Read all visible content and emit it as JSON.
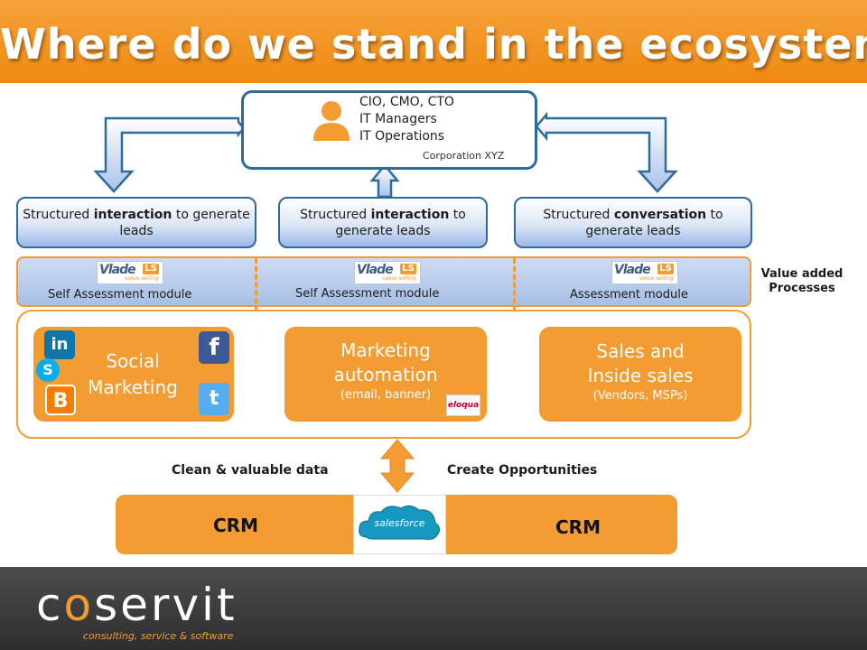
{
  "title": "Where do we stand in the ecosystem",
  "corporation": {
    "roles": [
      "CIO, CMO, CTO",
      "IT Managers",
      "IT Operations"
    ],
    "name": "Corporation XYZ"
  },
  "interaction_boxes": [
    {
      "pre": "Structured ",
      "bold": "interaction",
      "post": "  to generate leads"
    },
    {
      "pre": "Structured ",
      "bold": "interaction",
      "post": " to generate leads"
    },
    {
      "pre": "Structured ",
      "bold": "conversation",
      "post": " to generate leads"
    }
  ],
  "modules": [
    "Self Assessment module",
    "Self Assessment module",
    "Assessment module"
  ],
  "module_logo": {
    "brand": "Vlade",
    "mark": "LS",
    "tagline": "value selling"
  },
  "value_added": "Value added Processes",
  "channels": {
    "social": {
      "line1": "Social",
      "line2": "Marketing",
      "icons": [
        "linkedin-icon",
        "skype-icon",
        "blogger-icon",
        "facebook-icon",
        "twitter-icon"
      ]
    },
    "marketing": {
      "line1": "Marketing",
      "line2": "automation",
      "sub": "(email, banner)",
      "partner_logo": "eloqua"
    },
    "sales": {
      "line1": "Sales and",
      "line2": "Inside sales",
      "sub": "(Vendors, MSPs)"
    }
  },
  "flow": {
    "left": "Clean & valuable data",
    "right": "Create Opportunities"
  },
  "crm": {
    "left": "CRM",
    "right": "CRM",
    "logo": "salesforce"
  },
  "footer": {
    "brand_pre": "c",
    "brand_o": "o",
    "brand_post": "servit",
    "tagline": "consulting, service & software"
  },
  "colors": {
    "orange": "#f39c32",
    "blue_border": "#2e6a9a",
    "blue_fill": "#9db8e6",
    "footer": "#3a3a3a"
  }
}
